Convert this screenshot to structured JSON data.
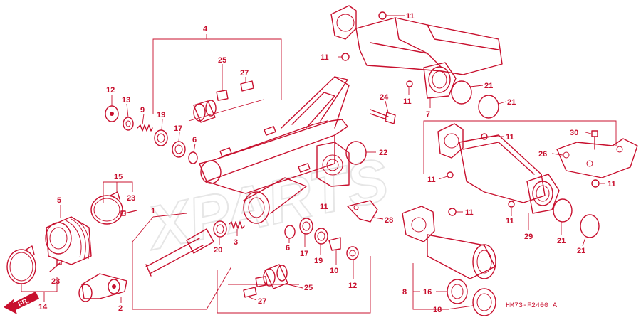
{
  "watermark": "XPARTS",
  "direction_label": "FR.",
  "reference_code": "HM73-F2400 A",
  "colors": {
    "line": "#c8102e",
    "background": "#ffffff"
  },
  "callouts": {
    "p1": "1",
    "p2": "2",
    "p3": "3",
    "p4": "4",
    "p5": "5",
    "p6a": "6",
    "p6b": "6",
    "p7": "7",
    "p8": "8",
    "p9": "9",
    "p10": "10",
    "p11a": "11",
    "p11b": "11",
    "p11c": "11",
    "p11d": "11",
    "p11e": "11",
    "p11f": "11",
    "p11g": "11",
    "p11h": "11",
    "p11i": "11",
    "p12a": "12",
    "p12b": "12",
    "p13": "13",
    "p14": "14",
    "p15": "15",
    "p16": "16",
    "p17a": "17",
    "p17b": "17",
    "p18": "18",
    "p19a": "19",
    "p19b": "19",
    "p20": "20",
    "p21a": "21",
    "p21b": "21",
    "p21c": "21",
    "p21d": "21",
    "p22": "22",
    "p23a": "23",
    "p23b": "23",
    "p24": "24",
    "p25a": "25",
    "p25b": "25",
    "p26": "26",
    "p27a": "27",
    "p27b": "27",
    "p28": "28",
    "p29": "29",
    "p30": "30"
  }
}
